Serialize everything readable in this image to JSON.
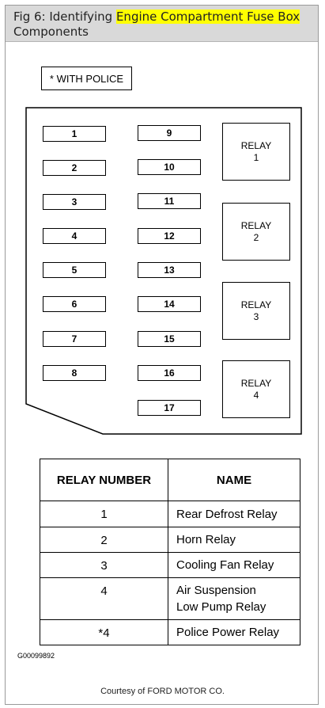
{
  "figure": {
    "title_prefix": "Fig 6: Identifying ",
    "title_highlight": "Engine Compartment Fuse Box",
    "title_suffix": "Components"
  },
  "legend": {
    "with_police": "* WITH POLICE"
  },
  "fuses": [
    "1",
    "2",
    "3",
    "4",
    "5",
    "6",
    "7",
    "8",
    "9",
    "10",
    "11",
    "12",
    "13",
    "14",
    "15",
    "16",
    "17"
  ],
  "relays": [
    {
      "line1": "RELAY",
      "line2": "1"
    },
    {
      "line1": "RELAY",
      "line2": "2"
    },
    {
      "line1": "RELAY",
      "line2": "3"
    },
    {
      "line1": "RELAY",
      "line2": "4"
    }
  ],
  "table": {
    "headers": [
      "RELAY NUMBER",
      "NAME"
    ],
    "rows": [
      {
        "number": "1",
        "name": "Rear Defrost Relay"
      },
      {
        "number": "2",
        "name": "Horn Relay"
      },
      {
        "number": "3",
        "name": "Cooling Fan Relay"
      },
      {
        "number": "4",
        "name_line1": "Air Suspension",
        "name_line2": "Low Pump  Relay"
      },
      {
        "number": "*4",
        "name": "Police Power Relay"
      }
    ]
  },
  "figure_code": "G00099892",
  "courtesy": "Courtesy of FORD MOTOR CO.",
  "colors": {
    "highlight": "#ffff00",
    "header_bg": "#d9d9d9"
  }
}
